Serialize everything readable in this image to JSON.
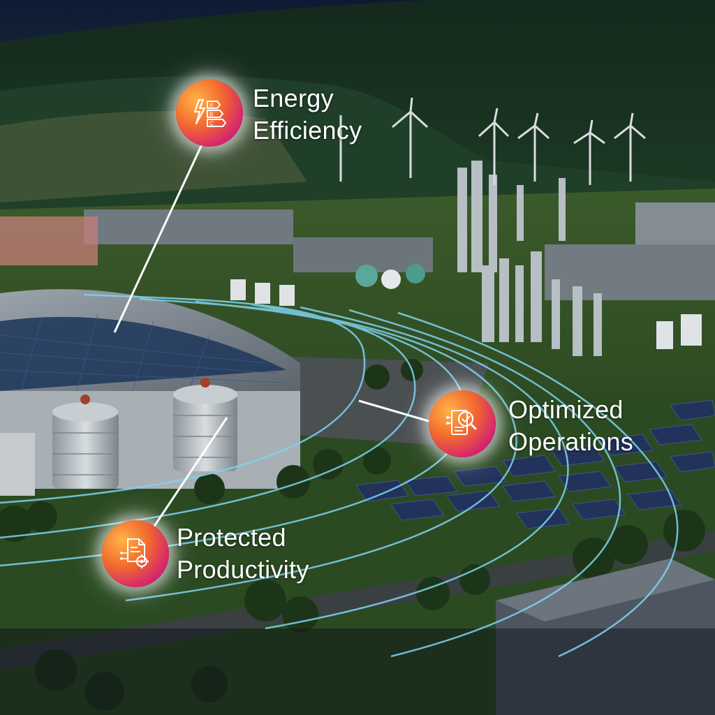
{
  "callouts": {
    "energy": {
      "line1": "Energy",
      "line2": "Efficiency",
      "icon": "energy-rating-icon"
    },
    "operations": {
      "line1": "Optimized",
      "line2": "Operations",
      "icon": "checklist-magnifier-icon"
    },
    "productivity": {
      "line1": "Protected",
      "line2": "Productivity",
      "icon": "document-gear-icon"
    }
  },
  "colors": {
    "badge_gradient": [
      "#ffb347",
      "#f26a2e",
      "#d6246e",
      "#9a1f8c"
    ],
    "flow_lines": "#7fd3f0",
    "label_text": "#ffffff"
  }
}
